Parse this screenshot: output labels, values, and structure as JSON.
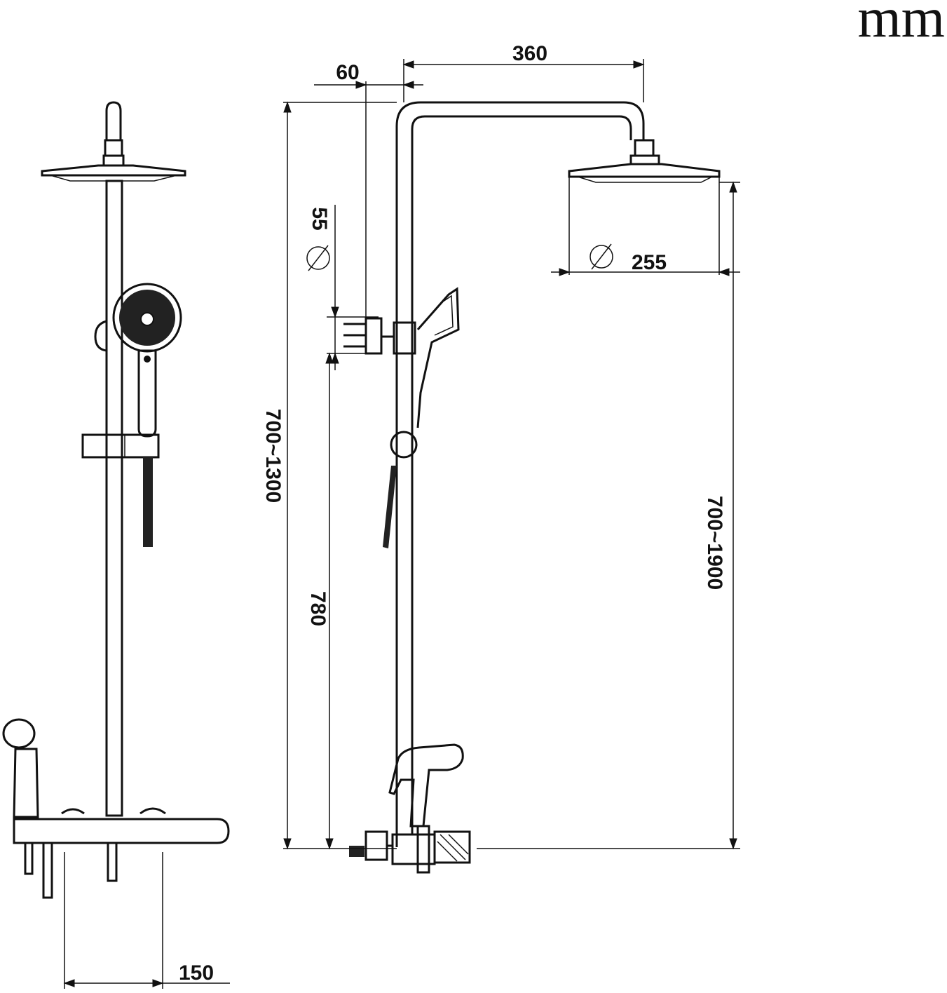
{
  "unit": "mm",
  "dimensions": {
    "arm_length": "360",
    "wall_offset": "60",
    "hand_shower_holder_diameter": "55",
    "rain_head_diameter": "255",
    "rail_adjust_height": "700~1300",
    "holder_height": "780",
    "overall_height": "700~1900",
    "inlet_spacing": "150"
  },
  "symbols": {
    "diameter": "⌀"
  }
}
